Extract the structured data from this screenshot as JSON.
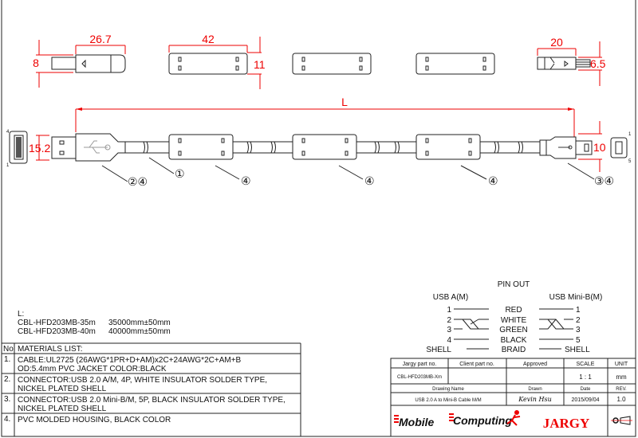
{
  "dimensions": {
    "usb_a_length": "26.7",
    "usb_a_thickness": "8",
    "ferrite_length": "42",
    "ferrite_height": "11",
    "mini_b_length": "20",
    "mini_b_thickness": "6.5",
    "usb_a_width": "15.2",
    "mini_b_width": "10",
    "cable_length_label": "L"
  },
  "balloons": {
    "usb_a": "②④",
    "cable": "①",
    "ferrite": "④",
    "mini_b": "③④"
  },
  "pin_labels": {
    "a_top": "4",
    "a_bottom": "1",
    "b_top": "1",
    "b_bottom": "5"
  },
  "length_table": {
    "title": "L:",
    "rows": [
      {
        "part": "CBL-HFD203MB-35m",
        "length": "35000mm±50mm"
      },
      {
        "part": "CBL-HFD203MB-40m",
        "length": "40000mm±50mm"
      }
    ]
  },
  "materials": {
    "no_header": "No",
    "title": "MATERIALS LIST:",
    "items": [
      {
        "no": "1.",
        "line1": "CABLE:UL2725 (26AWG*1PR+D+AM)x2C+24AWG*2C+AM+B",
        "line2": "OD:5.4mm  PVC JACKET COLOR:BLACK"
      },
      {
        "no": "2.",
        "line1": "CONNECTOR:USB 2.0 A/M, 4P, WHITE INSULATOR SOLDER TYPE,",
        "line2": "NICKEL PLATED SHELL"
      },
      {
        "no": "3.",
        "line1": "CONNECTOR:USB 2.0 Mini-B/M, 5P, BLACK INSULATOR SOLDER TYPE,",
        "line2": "NICKEL PLATED SHELL"
      },
      {
        "no": "4.",
        "line1": "PVC MOLDED HOUSING, BLACK COLOR",
        "line2": ""
      }
    ]
  },
  "pinout": {
    "title": "PIN OUT",
    "left_header": "USB A(M)",
    "right_header": "USB Mini-B(M)",
    "rows": [
      {
        "left": "1",
        "color": "RED",
        "right": "1"
      },
      {
        "left": "2",
        "color": "WHITE",
        "right": "2"
      },
      {
        "left": "3",
        "color": "GREEN",
        "right": "3"
      },
      {
        "left": "4",
        "color": "BLACK",
        "right": "5"
      },
      {
        "left": "SHELL",
        "color": "BRAID",
        "right": "SHELL"
      }
    ]
  },
  "title_block": {
    "jargy_part_label": "Jargy part no.",
    "client_part_label": "Client part no.",
    "approved_label": "Approved",
    "scale_label": "SCALE",
    "unit_label": "UNIT",
    "jargy_part": "CBL-HFD203MB-Xm",
    "client_part": "",
    "approved": "",
    "scale": "1 : 1",
    "unit": "mm",
    "drawing_name_label": "Drawing Name",
    "drawn_label": "Drawn",
    "date_label": "Date",
    "rev_label": "REV.",
    "drawing_name": "USB 2.0 A to Mini-B Cable M/M",
    "drawn": "Kevin Hsu",
    "date": "2015/09/04",
    "rev": "1.0",
    "logo_text_1": "Mobile",
    "logo_text_2": "Computing",
    "brand": "JARGY"
  },
  "colors": {
    "dimension": "#e00000",
    "line": "#222222",
    "brand": "#e00000"
  }
}
